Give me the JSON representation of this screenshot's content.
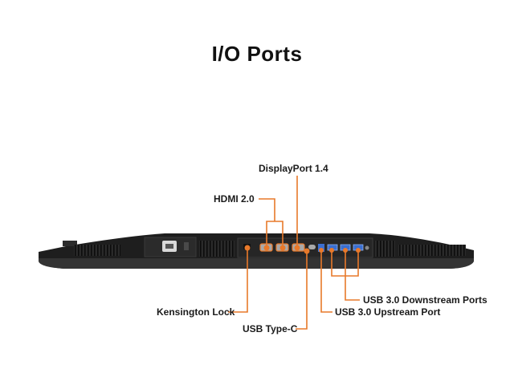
{
  "title": "I/O Ports",
  "accent_color": "#e8792a",
  "labels": {
    "displayport": "DisplayPort 1.4",
    "hdmi": "HDMI 2.0",
    "usb_downstream": "USB 3.0 Downstream Ports",
    "kensington": "Kensington Lock",
    "usb_upstream": "USB 3.0 Upstream Port",
    "usb_c": "USB Type-C"
  }
}
